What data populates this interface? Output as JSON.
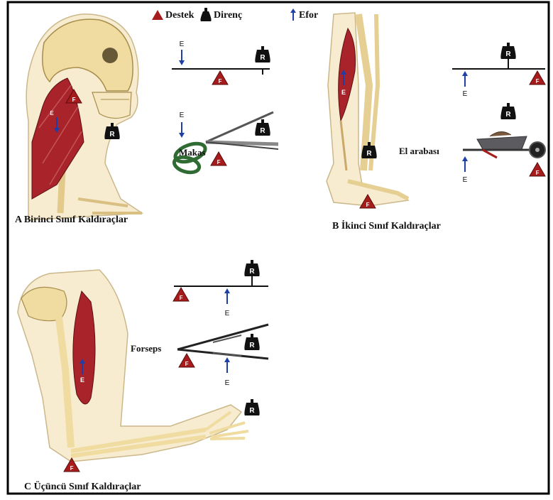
{
  "legend": {
    "fulcrum": "Destek",
    "resistance": "Direnç",
    "effort": "Efor"
  },
  "markers": {
    "fulcrum": "F",
    "resistance": "R",
    "effort": "E"
  },
  "panels": {
    "a": {
      "caption": "A Birinci Sınıf Kaldıraçlar",
      "tool": "Makas"
    },
    "b": {
      "caption": "B İkinci Sınıf Kaldıraçlar",
      "tool": "El arabası"
    },
    "c": {
      "caption": "C Üçüncü Sınıf Kaldıraçlar",
      "tool": "Forseps"
    }
  },
  "colors": {
    "fulcrum": "#a61c1c",
    "effort": "#1f3fa8",
    "resistance": "#111111",
    "muscle": "#a8232a",
    "bone": "#f0dca0",
    "frame": "#000000"
  }
}
